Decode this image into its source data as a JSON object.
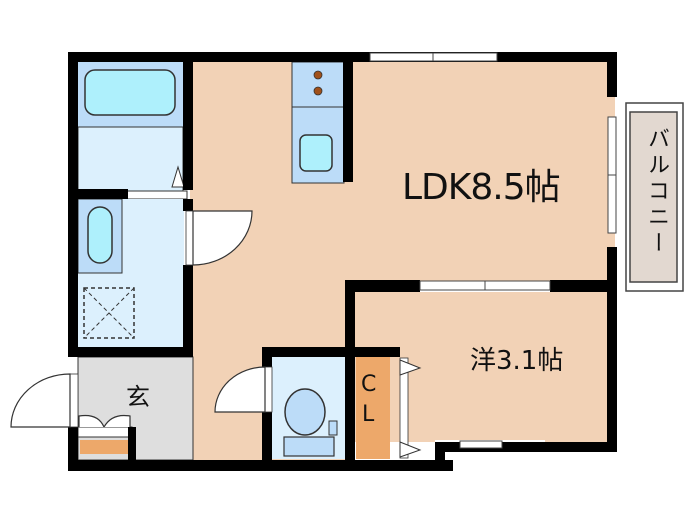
{
  "floor_plan": {
    "rooms": [
      {
        "id": "ldk",
        "label": "LDK8.5帖",
        "type": "living-dining-kitchen",
        "size_jo": 8.5
      },
      {
        "id": "western",
        "label": "洋3.1帖",
        "type": "western-room",
        "size_jo": 3.1
      },
      {
        "id": "genkan",
        "label": "玄",
        "type": "entrance"
      },
      {
        "id": "closet",
        "label_top": "C",
        "label_bottom": "L",
        "type": "closet"
      },
      {
        "id": "balcony",
        "label": "バルコニー",
        "type": "balcony"
      },
      {
        "id": "bath",
        "type": "bathroom"
      },
      {
        "id": "washroom",
        "type": "washroom"
      },
      {
        "id": "toilet",
        "type": "toilet"
      },
      {
        "id": "kitchen",
        "type": "kitchen"
      }
    ],
    "colors": {
      "wall": "#000000",
      "room_floor": "#f2d2b6",
      "wet_area": "#dcf0fd",
      "fixture_light": "#bcdcf8",
      "fixture_cyan": "#aef0fc",
      "entrance": "#dedede",
      "closet": "#eda86a",
      "balcony": "#e2d8d0",
      "stove_burner": "#a0501a"
    }
  }
}
